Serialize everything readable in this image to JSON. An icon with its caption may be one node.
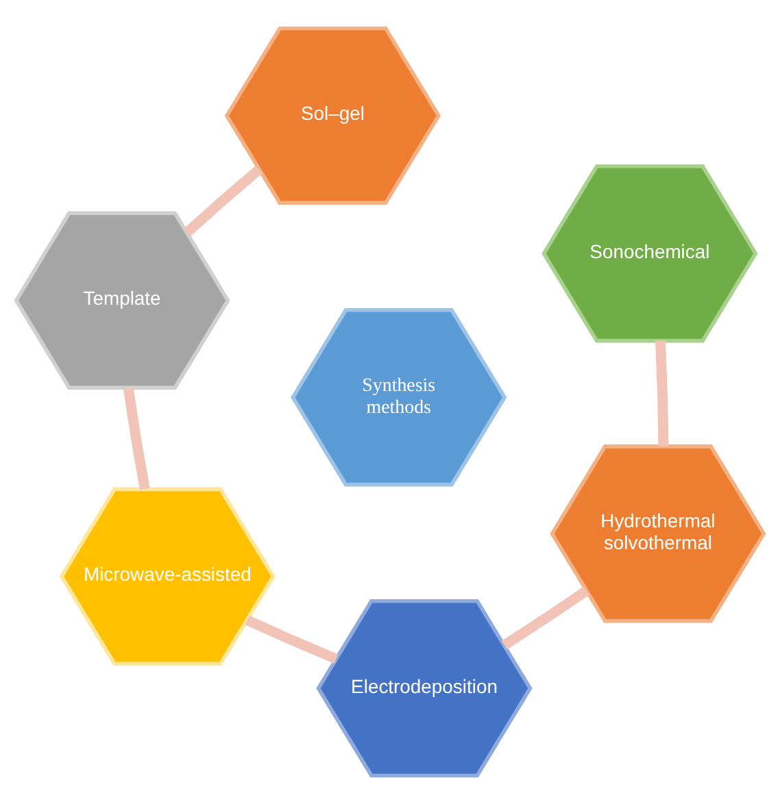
{
  "diagram": {
    "nodes": [
      {
        "text": [
          "Sol–gel"
        ]
      },
      {
        "text": [
          "Sonochemical"
        ]
      },
      {
        "text": [
          "Template"
        ]
      },
      {
        "text": [
          "Synthesis methods"
        ]
      },
      {
        "text": [
          "Hydrothermal solvothermal"
        ]
      },
      {
        "text": [
          "Microwave-assisted"
        ]
      },
      {
        "text": [
          "Electrodeposition"
        ]
      }
    ],
    "edges": [
      {
        "from": 0,
        "to": 2,
        "arrow": "none"
      },
      {
        "from": 2,
        "to": 5,
        "arrow": "none"
      },
      {
        "from": 5,
        "to": 6,
        "arrow": "none"
      },
      {
        "from": 6,
        "to": 4,
        "arrow": "none"
      },
      {
        "from": 4,
        "to": 1,
        "arrow": "none"
      }
    ]
  }
}
